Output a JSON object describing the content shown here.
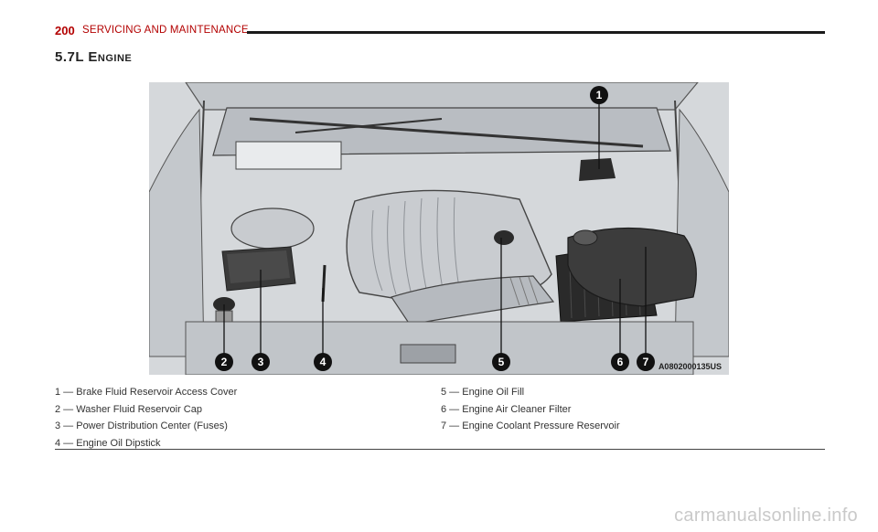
{
  "header": {
    "page_number": "200",
    "section_title": "SERVICING AND MAINTENANCE"
  },
  "heading": "5.7L Engine",
  "figure": {
    "image_code": "A0802000135US",
    "callouts": [
      "1",
      "2",
      "3",
      "4",
      "5",
      "6",
      "7"
    ]
  },
  "legend": {
    "left": [
      "1 — Brake Fluid Reservoir Access Cover",
      "2 — Washer Fluid Reservoir Cap",
      "3 — Power Distribution Center (Fuses)",
      "4 — Engine Oil Dipstick"
    ],
    "right": [
      "5 — Engine Oil Fill",
      "6 — Engine Air Cleaner Filter",
      "7 — Engine Coolant Pressure Reservoir"
    ]
  },
  "watermark": "carmanualsonline.info"
}
